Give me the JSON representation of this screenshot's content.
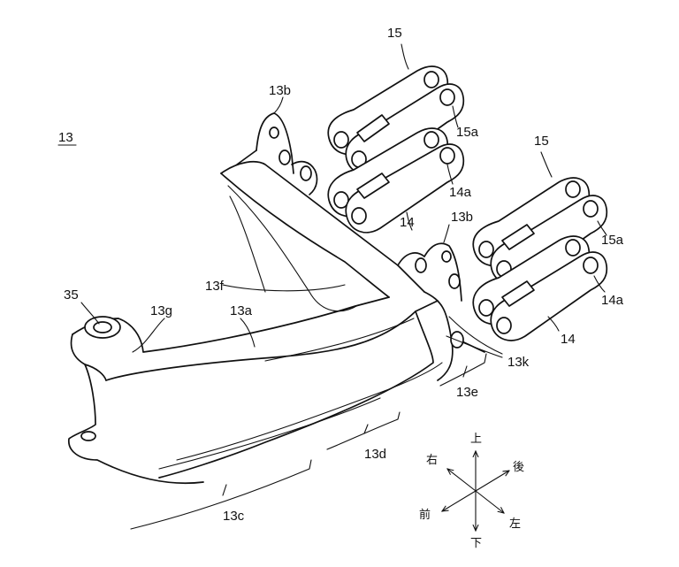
{
  "figure": {
    "reference": "13",
    "labels": {
      "l15_top": "15",
      "l15a_top": "15a",
      "l14a_top": "14a",
      "l14_top": "14",
      "l13b_left": "13b",
      "l13b_right": "13b",
      "l15_right": "15",
      "l15a_right": "15a",
      "l14a_right": "14a",
      "l14_right": "14",
      "l13k": "13k",
      "l13e": "13e",
      "l13d": "13d",
      "l13c": "13c",
      "l13f": "13f",
      "l13g": "13g",
      "l13a": "13a",
      "l35": "35"
    },
    "directions": {
      "up": "上",
      "down": "下",
      "right_side": "右",
      "left_side": "左",
      "front": "前",
      "rear": "後"
    }
  }
}
